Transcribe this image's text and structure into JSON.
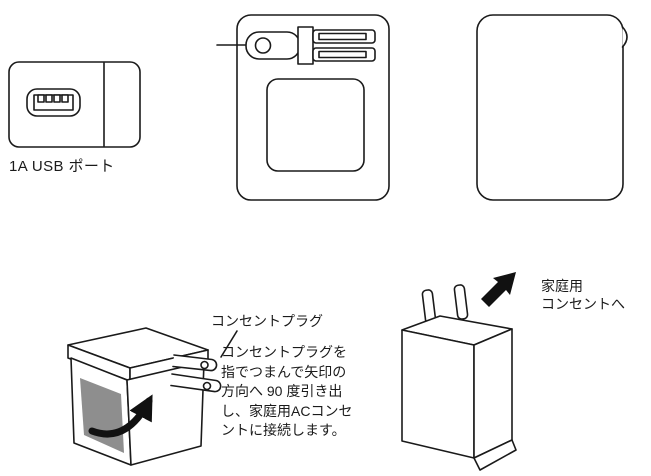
{
  "labels": {
    "usb_port": "1A USB ポート",
    "plug": "コンセントプラグ",
    "outlet_line1": "家庭用",
    "outlet_line2": "コンセントへ"
  },
  "instructions": [
    "コンセントプラグを",
    "指でつまんで矢印の",
    "方向へ 90 度引き出",
    "し、家庭用ACコンセ",
    "ントに接続します。"
  ],
  "colors": {
    "ink": "#1a1a1a",
    "panel_gray": "#8e8e8e",
    "arrow_black": "#111111",
    "background": "#ffffff"
  }
}
